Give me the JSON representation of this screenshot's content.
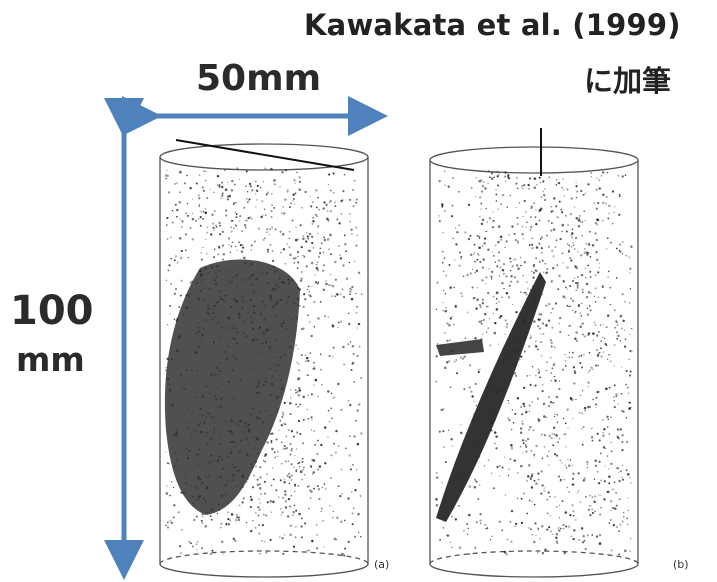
{
  "citation": {
    "line1": "Kawakata et al. (1999)",
    "line2": "に加筆"
  },
  "dimensions": {
    "width": "50mm",
    "height_value": "100",
    "height_unit": "mm"
  },
  "panels": [
    {
      "label": "(a)"
    },
    {
      "label": "(b)"
    }
  ],
  "colors": {
    "arrow": "#4f81bd",
    "outline": "#555555",
    "fracture": "#3a3a3a",
    "dots": "#2a2a2a"
  }
}
